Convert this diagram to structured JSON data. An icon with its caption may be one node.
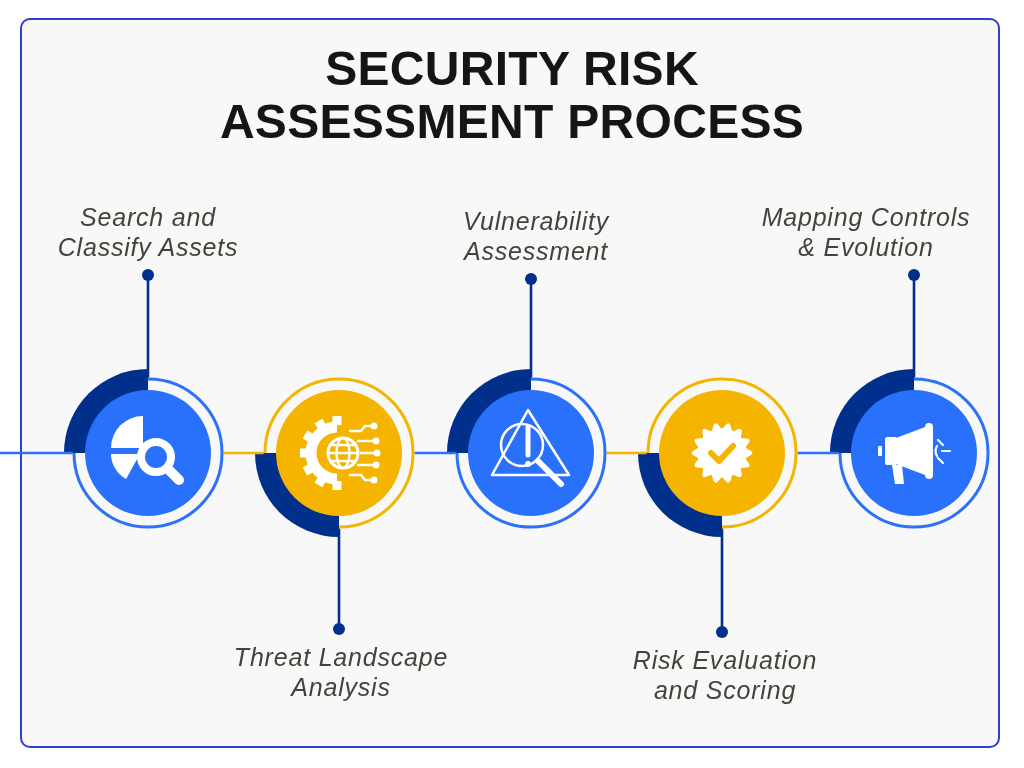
{
  "diagram": {
    "title": "SECURITY RISK ASSESSMENT PROCESS",
    "nodes": [
      {
        "text": [
          "Search and Classify Assets"
        ]
      },
      {
        "text": [],
        "shape": "circle"
      },
      {
        "text": [
          "Threat Landscape Analysis"
        ]
      },
      {
        "text": [],
        "shape": "circle"
      },
      {
        "text": [
          "Vulnerability Assessment"
        ]
      },
      {
        "text": [],
        "shape": "circle"
      },
      {
        "text": [
          "Risk Evaluation and Scoring"
        ]
      },
      {
        "text": [],
        "shape": "circle"
      },
      {
        "text": [
          "Mapping Controls & Evolution"
        ]
      },
      {
        "text": [],
        "shape": "circle"
      }
    ],
    "edges": [
      {
        "from": null,
        "to": 1,
        "arrow": "none",
        "color": "#2b72f9"
      },
      {
        "from": 1,
        "to": 3,
        "arrow": "none",
        "color": "#f4b400"
      },
      {
        "from": 3,
        "to": 5,
        "arrow": "none",
        "color": "#2b72f9"
      },
      {
        "from": 5,
        "to": 7,
        "arrow": "none",
        "color": "#f4b400"
      },
      {
        "from": 7,
        "to": 9,
        "arrow": "none",
        "color": "#2b72f9"
      },
      {
        "from": 0,
        "to": 1,
        "arrow": "other"
      },
      {
        "from": 2,
        "to": 3,
        "arrow": "other"
      },
      {
        "from": 4,
        "to": 5,
        "arrow": "other"
      },
      {
        "from": 6,
        "to": 7,
        "arrow": "other"
      },
      {
        "from": 8,
        "to": 9,
        "arrow": "other"
      }
    ]
  }
}
